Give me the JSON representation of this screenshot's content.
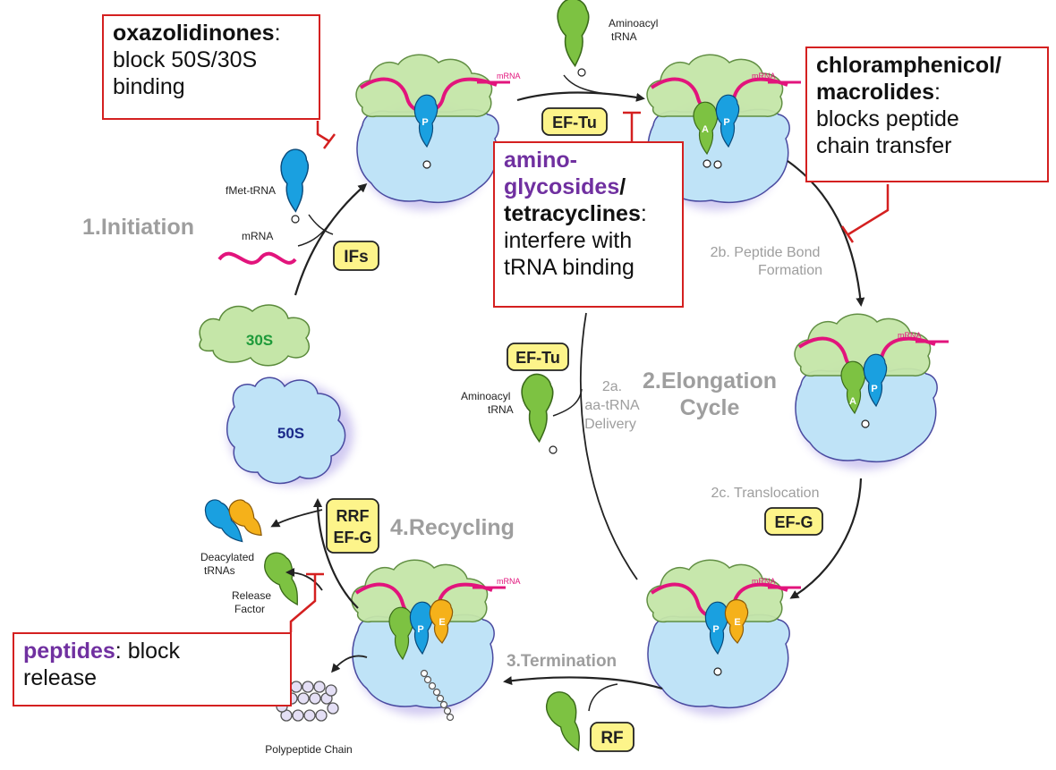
{
  "phases": {
    "initiation": "1.Initiation",
    "elongation_line1": "2.Elongation",
    "elongation_line2": "Cycle",
    "termination": "3.Termination",
    "recycling": "4.Recycling"
  },
  "steps": {
    "peptide_bond_line1": "2b. Peptide Bond",
    "peptide_bond_line2": "Formation",
    "delivery_line1": "2a.",
    "delivery_line2": "aa-tRNA",
    "delivery_line3": "Delivery",
    "translocation": "2c. Translocation"
  },
  "factors": {
    "ef_tu_top": "EF-Tu",
    "ef_tu_mid": "EF-Tu",
    "ifs": "IFs",
    "ef_g": "EF-G",
    "rrf_line1": "RRF",
    "rrf_line2": "EF-G",
    "rf": "RF"
  },
  "labels": {
    "aminoacyl_trna_top_1": "Aminoacyl",
    "aminoacyl_trna_top_2": "tRNA",
    "aminoacyl_trna_mid_1": "Aminoacyl",
    "aminoacyl_trna_mid_2": "tRNA",
    "fmet_trna": "fMet-tRNA",
    "mrna_free": "mRNA",
    "subunit_30s": "30S",
    "subunit_50s": "50S",
    "deacylated_1": "Deacylated",
    "deacylated_2": "tRNAs",
    "release_factor_1": "Release",
    "release_factor_2": "Factor",
    "polypeptide": "Polypeptide Chain",
    "mrna_tag": "mRNA",
    "site_a": "A",
    "site_p": "P",
    "site_e": "E"
  },
  "callouts": {
    "oxazolidinones": {
      "bold": "oxazolidinones",
      "rest_1": ":",
      "rest_2": "block 50S/30S",
      "rest_3": "binding"
    },
    "aminoglycosides": {
      "purple_1": "amino-",
      "purple_2": "glycosides",
      "slash": "/",
      "bold": "tetracyclines",
      "colon": ":",
      "rest_1": "interfere with",
      "rest_2": "tRNA binding"
    },
    "chloramphenicol": {
      "bold_1": "chloramphenicol/",
      "bold_2": "macrolides",
      "colon": ":",
      "rest_1": "blocks peptide",
      "rest_2": "chain transfer"
    },
    "peptides": {
      "purple": "peptides",
      "rest_1": ": block",
      "rest_2": "release"
    }
  },
  "colors": {
    "small_subunit": "#c5e6a8",
    "large_subunit": "#bfe3f7",
    "mrna": "#e2147c",
    "trna_green": "#7dc242",
    "trna_blue": "#1aa0e0",
    "trna_orange": "#f5b11a",
    "factor_fill": "#fdf48a",
    "inhibit_red": "#d42020",
    "phase_gray": "#9e9e9e",
    "purple": "#7030a0"
  }
}
